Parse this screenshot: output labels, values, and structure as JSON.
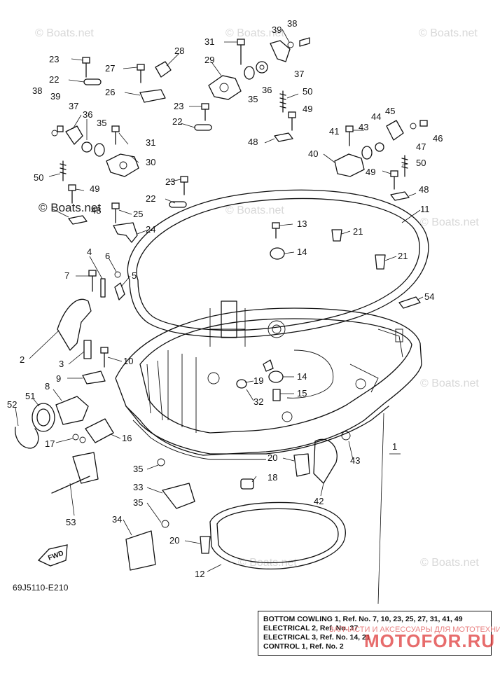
{
  "watermarks": [
    "© Boats.net",
    "© Boats.net",
    "© Boats.net",
    "© Boats.net",
    "© Boats.net",
    "© Boats.net",
    "© Boats.net",
    "© Boats.net"
  ],
  "callouts": [
    "38",
    "39",
    "31",
    "23",
    "28",
    "27",
    "29",
    "22",
    "36",
    "26",
    "35",
    "37",
    "50",
    "23",
    "49",
    "38",
    "39",
    "37",
    "36",
    "22",
    "35",
    "31",
    "48",
    "30",
    "23",
    "45",
    "44",
    "41",
    "43",
    "47",
    "46",
    "50",
    "40",
    "49",
    "50",
    "22",
    "48",
    "49",
    "25",
    "48",
    "24",
    "13",
    "21",
    "11",
    "14",
    "21",
    "4",
    "6",
    "7",
    "5",
    "54",
    "2",
    "3",
    "10",
    "9",
    "19",
    "14",
    "8",
    "51",
    "32",
    "15",
    "52",
    "17",
    "16",
    "35",
    "20",
    "43",
    "1",
    "33",
    "18",
    "35",
    "42",
    "53",
    "34",
    "20",
    "12"
  ],
  "fwd_label": "FWD",
  "reference_code": "69J5110-E210",
  "reference_box": {
    "lines": [
      "BOTTOM COWLING 1,  Ref. No. 7, 10, 23, 25, 27, 31, 41, 49",
      "ELECTRICAL 2,  Ref. No. 37",
      "ELECTRICAL 3,  Ref. No. 14, 21",
      "CONTROL 1,  Ref. No. 2"
    ]
  },
  "site_overlay_text": "ЗАПЧАСТИ И АКСЕССУАРЫ ДЛЯ МОТОТЕХНИКИ",
  "site_logo_text": "MOTOFOR.RU"
}
